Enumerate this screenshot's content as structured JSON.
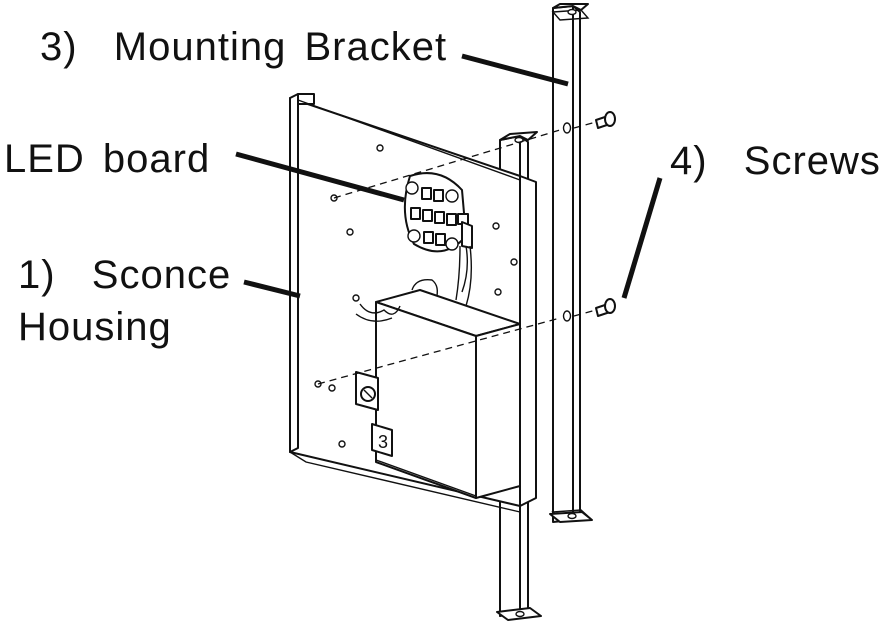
{
  "labels": {
    "mounting_bracket": "3)  Mounting Bracket",
    "led_board": "LED board",
    "screws": "4)  Screws",
    "sconce_housing_line1": "1)  Sconce",
    "sconce_housing_line2": "Housing"
  },
  "component_marks": {
    "box_label": "3"
  },
  "colors": {
    "line": "#111111",
    "background": "#ffffff"
  }
}
